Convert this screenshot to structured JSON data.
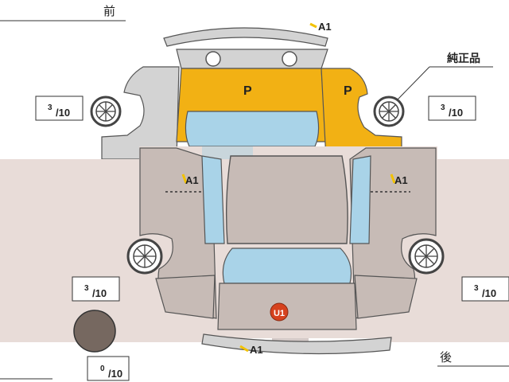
{
  "header": {
    "front_label": "前",
    "rear_label": "後",
    "genuine_label": "純正品"
  },
  "markers": {
    "a1_front_bumper": "A1",
    "a1_left_side": "A1",
    "a1_right_side": "A1",
    "a1_rear_bumper": "A1",
    "p_hood": "P",
    "p_right_fender": "P",
    "u1_rear": "U1"
  },
  "tire_ratings": {
    "front_left": {
      "numerator": "3",
      "denominator": "/10"
    },
    "front_right": {
      "numerator": "3",
      "denominator": "/10"
    },
    "rear_left": {
      "numerator": "3",
      "denominator": "/10"
    },
    "rear_right": {
      "numerator": "3",
      "denominator": "/10"
    },
    "spare": {
      "numerator": "0",
      "denominator": "/10"
    }
  },
  "colors": {
    "body": "#c7bbb6",
    "upper_body": "#d3d3d3",
    "glass": "#a9d3e8",
    "painted_panel": "#f2b114",
    "marker_u1": "#d6421e",
    "marker_a1": "#f2c200",
    "spare_tire": "#766860",
    "overlay_bg": "#e8dcd8",
    "outline": "#555555"
  }
}
